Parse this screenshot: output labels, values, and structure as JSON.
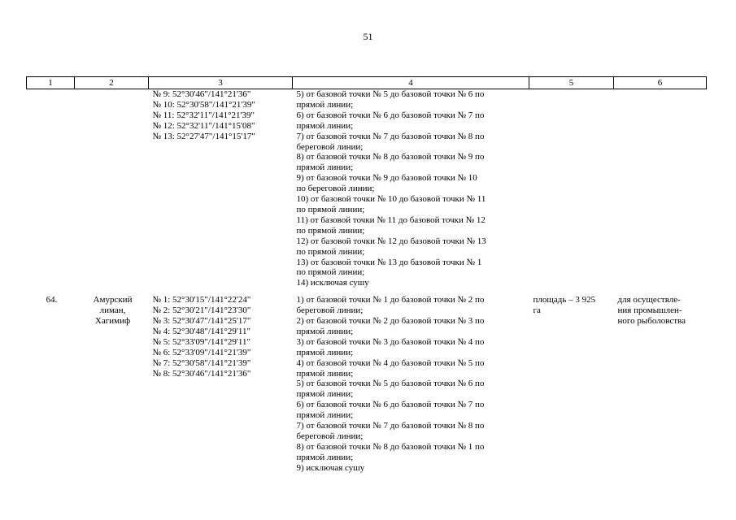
{
  "page": {
    "number": "51"
  },
  "table": {
    "headers": [
      "1",
      "2",
      "3",
      "4",
      "5",
      "6"
    ],
    "rows": [
      {
        "num": "",
        "name_lines": [],
        "coords": [
          "№ 9: 52°30'46\"/141°21'36\"",
          "№ 10: 52°30'58\"/141°21'39\"",
          "№ 11: 52°32'11\"/141°21'39\"",
          "№ 12: 52°32'11\"/141°15'08\"",
          "№ 13: 52°27'47\"/141°15'17\""
        ],
        "boundary_lines": [
          "5) от базовой точки № 5 до базовой точки № 6 по",
          "прямой линии;",
          "6) от базовой точки № 6 до базовой точки № 7 по",
          "прямой линии;",
          "7) от базовой точки № 7 до базовой точки № 8 по",
          "береговой линии;",
          "8) от базовой точки № 8 до базовой точки № 9 по",
          "прямой линии;",
          "9) от базовой точки № 9 до базовой точки № 10",
          "по береговой линии;",
          "10) от базовой точки № 10 до базовой точки № 11",
          "по прямой линии;",
          "11) от базовой точки № 11 до базовой точки № 12",
          "по прямой линии;",
          "12) от базовой точки № 12 до базовой точки № 13",
          "по прямой линии;",
          "13) от базовой точки № 13 до базовой точки № 1",
          "по прямой линии;",
          "14) исключая сушу"
        ],
        "area_lines": [],
        "purpose_lines": []
      },
      {
        "num": "64.",
        "name_lines": [
          "Амурский",
          "лиман,",
          "Хагимиф"
        ],
        "coords": [
          "№ 1: 52°30'15\"/141°22'24\"",
          "№ 2: 52°30'21\"/141°23'30\"",
          "№ 3: 52°30'47\"/141°25'17\"",
          "№ 4: 52°30'48\"/141°29'11\"",
          "№ 5: 52°33'09\"/141°29'11\"",
          "№ 6: 52°33'09\"/141°21'39\"",
          "№ 7: 52°30'58\"/141°21'39\"",
          "№ 8: 52°30'46\"/141°21'36\""
        ],
        "boundary_lines": [
          "1) от базовой точки № 1 до базовой точки № 2 по",
          "береговой линии;",
          "2) от базовой точки № 2 до базовой точки № 3 по",
          "прямой линии;",
          "3) от базовой точки № 3 до базовой точки № 4 по",
          "прямой линии;",
          "4) от базовой точки № 4 до базовой точки № 5 по",
          "прямой линии;",
          "5) от базовой точки № 5 до базовой точки № 6 по",
          "прямой линии;",
          "6) от базовой точки № 6 до базовой точки № 7 по",
          "прямой линии;",
          "7) от базовой точки № 7 до базовой точки № 8 по",
          "береговой линии;",
          "8) от базовой точки № 8 до базовой точки № 1 по",
          "прямой линии;",
          "9) исключая сушу"
        ],
        "area_lines": [
          "площадь – 3 925",
          "га"
        ],
        "purpose_lines": [
          "для осуществле-",
          "ния промышлен-",
          "ного рыболовства"
        ]
      }
    ]
  }
}
